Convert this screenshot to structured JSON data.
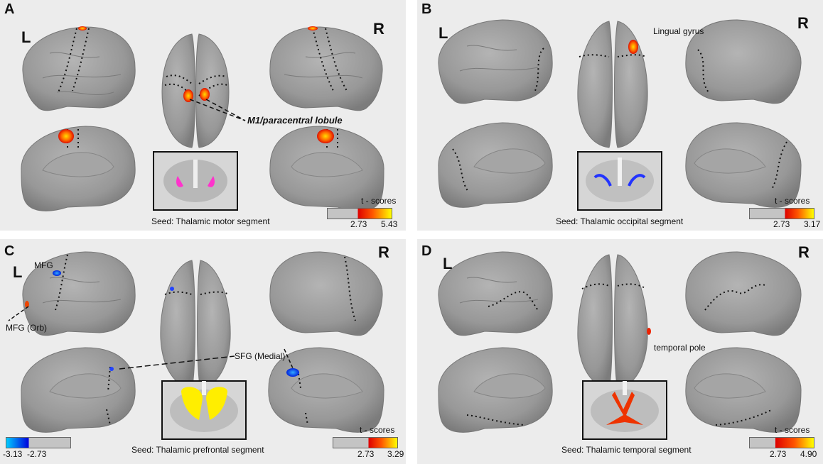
{
  "panels": {
    "A": {
      "letter": "A",
      "left_label": "L",
      "right_label": "R",
      "region_label": "M1/paracentral lobule",
      "seed_label": "Seed: Thalamic motor segment",
      "cbar_title": "t - scores",
      "cbar_ticks": [
        "2.73",
        "5.43"
      ]
    },
    "B": {
      "letter": "B",
      "left_label": "L",
      "right_label": "R",
      "region_label": "Lingual gyrus",
      "seed_label": "Seed:  Thalamic occipital segment",
      "cbar_title": "t - scores",
      "cbar_ticks": [
        "2.73",
        "3.17"
      ]
    },
    "C": {
      "letter": "C",
      "left_label": "L",
      "right_label": "R",
      "region_labels": [
        "MFG",
        "MFG (Orb)",
        "SFG (Medial)"
      ],
      "seed_label": "Seed:  Thalamic prefrontal segment",
      "cbar_title": "t - scores",
      "cbar_ticks": [
        "2.73",
        "3.29"
      ],
      "neg_cbar_ticks": [
        "-3.13",
        "-2.73"
      ]
    },
    "D": {
      "letter": "D",
      "left_label": "L",
      "right_label": "R",
      "region_label": "temporal pole",
      "seed_label": "Seed:  Thalamic temporal segment",
      "cbar_title": "t - scores",
      "cbar_ticks": [
        "2.73",
        "4.90"
      ]
    }
  },
  "colors": {
    "panel_bg": "#ececec",
    "brain": "#9a9a9a",
    "positive_low": "#ff0000",
    "positive_high": "#ffff00",
    "negative_low": "#0000ff",
    "negative_high": "#00ccff",
    "seed_motor": "#ff33cc",
    "seed_occipital": "#2233ff",
    "seed_prefrontal": "#ffee00",
    "seed_temporal": "#ee3300"
  }
}
